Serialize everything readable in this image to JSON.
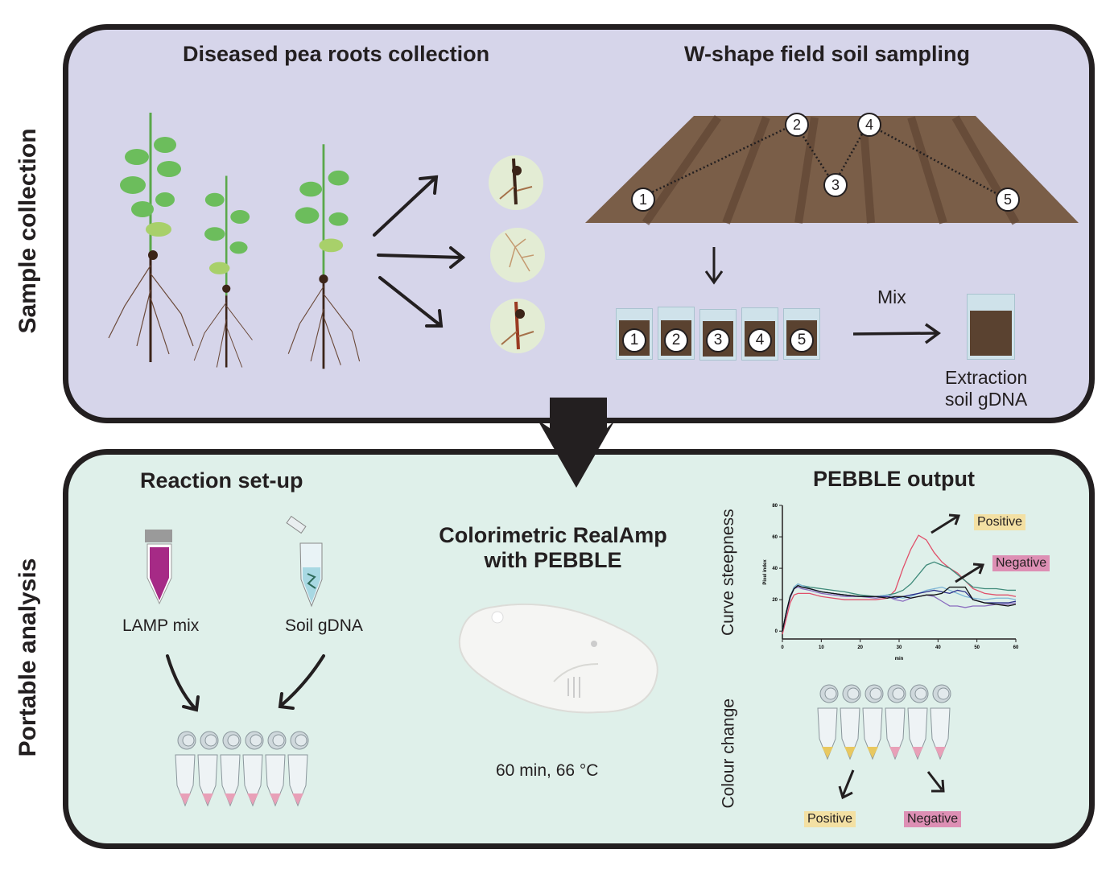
{
  "figure": {
    "sections": {
      "sample_collection": {
        "side_label": "Sample collection",
        "roots_title": "Diseased pea roots collection",
        "soil_title": "W-shape field soil sampling",
        "sampling_points": [
          "1",
          "2",
          "3",
          "4",
          "5"
        ],
        "bag_labels": [
          "1",
          "2",
          "3",
          "4",
          "5"
        ],
        "mix_label": "Mix",
        "extraction_label_line1": "Extraction",
        "extraction_label_line2": "soil gDNA"
      },
      "portable_analysis": {
        "side_label": "Portable analysis",
        "reaction_title": "Reaction set-up",
        "lamp_label": "LAMP mix",
        "soil_gdna_label": "Soil gDNA",
        "device_title_line1": "Colorimetric RealAmp",
        "device_title_line2": "with PEBBLE",
        "conditions": "60 min, 66 °C",
        "output_title": "PEBBLE output",
        "curve_label": "Curve steepness",
        "colour_label": "Colour change",
        "positive_label": "Positive",
        "negative_label": "Negative"
      }
    },
    "colors": {
      "top_panel_bg": "#d6d5ea",
      "bottom_panel_bg": "#dff0ea",
      "border": "#231f20",
      "positive_tag": "#f3e0a3",
      "negative_tag": "#dd8fb4",
      "lamp_mix": "#a62a86",
      "tube_pink": "#e8a0b8",
      "tube_yellow": "#e8c860",
      "soil": "#6e5340"
    }
  },
  "chart_data": {
    "type": "line",
    "title": "",
    "xlabel": "min",
    "ylabel": "Pixel index",
    "xlim": [
      0,
      60
    ],
    "ylim": [
      -5,
      80
    ],
    "xticks": [
      0,
      10,
      20,
      30,
      40,
      50,
      60
    ],
    "yticks": [
      0,
      20,
      40,
      60,
      80
    ],
    "grid": false,
    "annotations": [
      "Positive",
      "Negative"
    ],
    "x": [
      0,
      1,
      2,
      3,
      4,
      5,
      7,
      10,
      13,
      16,
      20,
      24,
      27,
      29,
      31,
      33,
      35,
      37,
      39,
      41,
      43,
      45,
      47,
      49,
      52,
      55,
      58,
      60
    ],
    "series": [
      {
        "name": "red",
        "color": "#e0506a",
        "values": [
          -2,
          8,
          18,
          23,
          24,
          24,
          24,
          22,
          21,
          20,
          20,
          20,
          21,
          26,
          40,
          52,
          61,
          58,
          50,
          44,
          40,
          37,
          32,
          27,
          24,
          23,
          23,
          22
        ]
      },
      {
        "name": "teal",
        "color": "#3f8a7a",
        "values": [
          0,
          12,
          22,
          28,
          30,
          29,
          28,
          27,
          26,
          25,
          23,
          22,
          23,
          24,
          26,
          30,
          36,
          42,
          44,
          42,
          40,
          36,
          32,
          28,
          27,
          27,
          26,
          26
        ]
      },
      {
        "name": "light-blue",
        "color": "#7fb6d6",
        "values": [
          0,
          12,
          22,
          28,
          30,
          29,
          27,
          25,
          24,
          23,
          22,
          22,
          23,
          22,
          21,
          22,
          24,
          26,
          27,
          28,
          26,
          24,
          22,
          21,
          20,
          21,
          21,
          20
        ]
      },
      {
        "name": "purple",
        "color": "#8a6bbf",
        "values": [
          0,
          11,
          21,
          27,
          28,
          27,
          26,
          24,
          23,
          22,
          22,
          21,
          22,
          20,
          19,
          21,
          22,
          23,
          22,
          19,
          16,
          16,
          15,
          16,
          16,
          17,
          17,
          18
        ]
      },
      {
        "name": "navy",
        "color": "#2c2f8a",
        "values": [
          0,
          12,
          22,
          27,
          29,
          28,
          27,
          25,
          24,
          23,
          22,
          22,
          22,
          21,
          22,
          23,
          24,
          25,
          26,
          25,
          24,
          26,
          25,
          20,
          18,
          18,
          18,
          19
        ]
      },
      {
        "name": "black",
        "color": "#111111",
        "values": [
          0,
          12,
          22,
          27,
          29,
          28,
          27,
          25,
          24,
          23,
          22,
          22,
          21,
          22,
          22,
          21,
          22,
          23,
          23,
          24,
          28,
          28,
          28,
          20,
          18,
          17,
          16,
          17
        ]
      }
    ]
  }
}
